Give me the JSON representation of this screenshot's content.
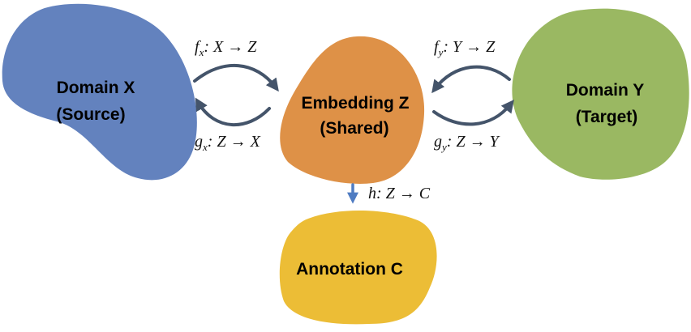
{
  "colors": {
    "domain_x": "#6382BE",
    "embedding_z": "#DE9147",
    "domain_y": "#9AB862",
    "annotation_c": "#ECBD36",
    "arrow_dark": "#44546A",
    "arrow_blue": "#4F7CC2"
  },
  "nodes": {
    "domain_x": {
      "line1": "Domain X",
      "line2": "(Source)"
    },
    "embedding_z": {
      "line1": "Embedding Z",
      "line2": "(Shared)"
    },
    "domain_y": {
      "line1": "Domain Y",
      "line2": "(Target)"
    },
    "annotation_c": {
      "line1": "Annotation C"
    }
  },
  "mappings": {
    "fx": {
      "fn": "f",
      "sub": "x",
      "domain": "X",
      "arrow": "→",
      "codomain": "Z"
    },
    "gx": {
      "fn": "g",
      "sub": "x",
      "domain": "Z",
      "arrow": "→",
      "codomain": "X"
    },
    "fy": {
      "fn": "f",
      "sub": "y",
      "domain": "Y",
      "arrow": "→",
      "codomain": "Z"
    },
    "gy": {
      "fn": "g",
      "sub": "y",
      "domain": "Z",
      "arrow": "→",
      "codomain": "Y"
    },
    "h": {
      "fn": "h",
      "sub": "",
      "domain": "Z",
      "arrow": "→",
      "codomain": "C"
    }
  }
}
